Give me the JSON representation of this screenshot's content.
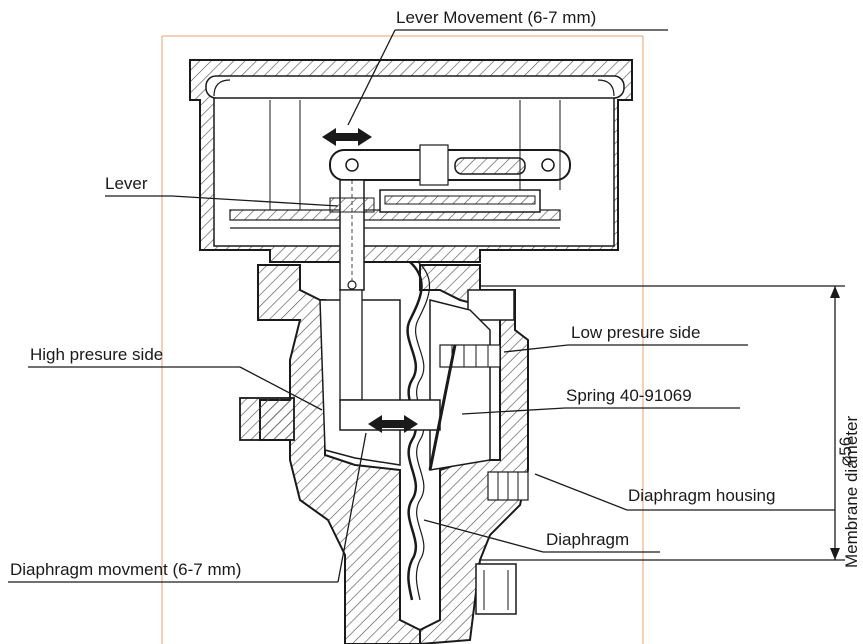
{
  "labels": {
    "lever_movement": "Lever Movement (6-7 mm)",
    "lever": "Lever",
    "high_pressure_side": "High presure side",
    "low_pressure_side": "Low presure side",
    "spring": "Spring 40-91069",
    "diaphragm_housing": "Diaphragm housing",
    "diaphragm": "Diaphragm",
    "diaphragm_movement": "Diaphragm movment (6-7 mm)",
    "membrane_diameter": "Membrane diameter",
    "diameter_value": "⌀56"
  },
  "colors": {
    "line": "#1a1a1a",
    "frame": "#e8a070",
    "hatch": "#555555"
  }
}
